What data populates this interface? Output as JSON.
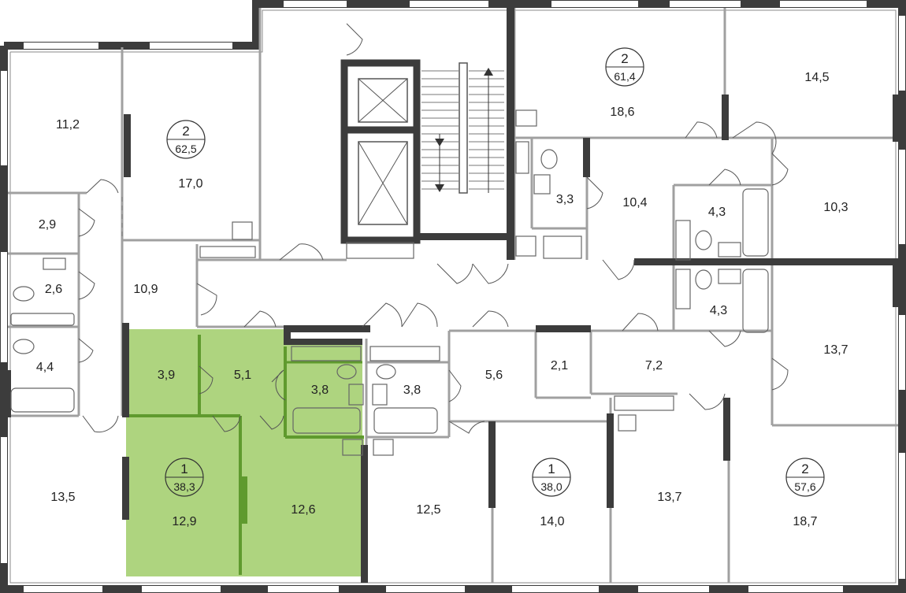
{
  "colors": {
    "highlight": "#aed47f",
    "highlight_wall": "#5f9a2e",
    "wall": "#3c3c3c",
    "thin_wall": "#a0a0a0",
    "background": "#ffffff"
  },
  "apartments": [
    {
      "id": "apt-a",
      "rooms": "2",
      "area": "62,5"
    },
    {
      "id": "apt-b",
      "rooms": "2",
      "area": "61,4"
    },
    {
      "id": "apt-c",
      "rooms": "1",
      "area": "38,3"
    },
    {
      "id": "apt-d",
      "rooms": "1",
      "area": "38,0"
    },
    {
      "id": "apt-e",
      "rooms": "2",
      "area": "57,6"
    }
  ],
  "room_areas": [
    {
      "id": "r01",
      "value": "11,2"
    },
    {
      "id": "r02",
      "value": "17,0"
    },
    {
      "id": "r03",
      "value": "2,9"
    },
    {
      "id": "r04",
      "value": "2,6"
    },
    {
      "id": "r05",
      "value": "10,9"
    },
    {
      "id": "r06",
      "value": "4,4"
    },
    {
      "id": "r07",
      "value": "13,5"
    },
    {
      "id": "r08",
      "value": "18,6"
    },
    {
      "id": "r09",
      "value": "14,5"
    },
    {
      "id": "r10",
      "value": "3,3"
    },
    {
      "id": "r11",
      "value": "10,4"
    },
    {
      "id": "r12",
      "value": "4,3"
    },
    {
      "id": "r13",
      "value": "10,3"
    },
    {
      "id": "r14",
      "value": "4,3"
    },
    {
      "id": "r15",
      "value": "13,7"
    },
    {
      "id": "r16",
      "value": "3,9"
    },
    {
      "id": "r17",
      "value": "5,1"
    },
    {
      "id": "r18",
      "value": "3,8"
    },
    {
      "id": "r19",
      "value": "3,8"
    },
    {
      "id": "r20",
      "value": "5,6"
    },
    {
      "id": "r21",
      "value": "2,1"
    },
    {
      "id": "r22",
      "value": "7,2"
    },
    {
      "id": "r23",
      "value": "12,9"
    },
    {
      "id": "r24",
      "value": "12,6"
    },
    {
      "id": "r25",
      "value": "12,5"
    },
    {
      "id": "r26",
      "value": "14,0"
    },
    {
      "id": "r27",
      "value": "13,7"
    },
    {
      "id": "r28",
      "value": "18,7"
    }
  ]
}
